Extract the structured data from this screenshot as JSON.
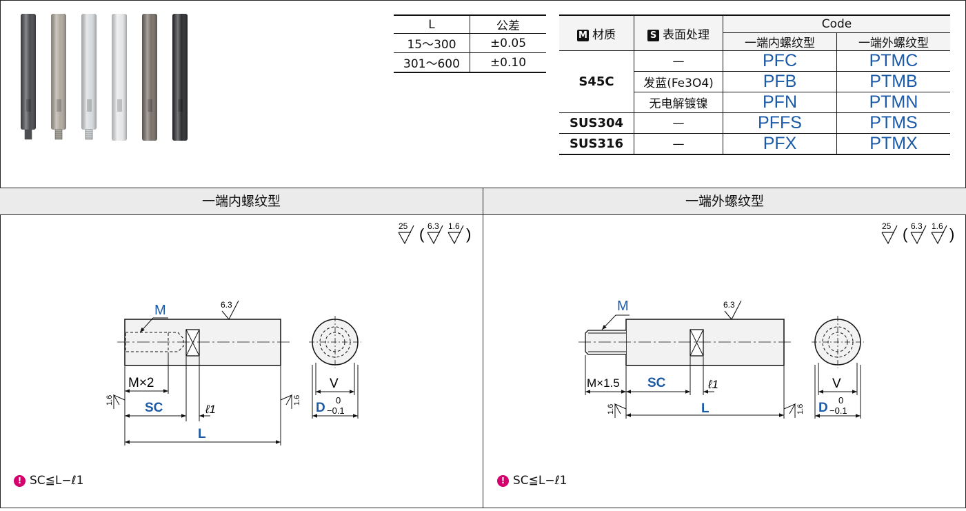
{
  "pin_photo": {
    "pins": [
      {
        "shade": "dark-gray",
        "color": "#4a4c50"
      },
      {
        "shade": "nickel",
        "color": "#b0aaa0"
      },
      {
        "shade": "silver",
        "color": "#d8dcde"
      },
      {
        "shade": "light-silver",
        "color": "#e6e8ea"
      },
      {
        "shade": "bronze-gray",
        "color": "#7a716a"
      },
      {
        "shade": "black",
        "color": "#2c2e31"
      }
    ]
  },
  "tolerance_table": {
    "headers": [
      "L",
      "公差"
    ],
    "rows": [
      [
        "15～300",
        "±0.05"
      ],
      [
        "301～600",
        "±0.10"
      ]
    ]
  },
  "code_table": {
    "material_tag": "M",
    "material_header": "材质",
    "surface_tag": "S",
    "surface_header": "表面处理",
    "code_header": "Code",
    "sub_headers": [
      "一端内螺纹型",
      "一端外螺纹型"
    ],
    "groups": [
      {
        "material": "S45C",
        "rows": [
          {
            "surface": "—",
            "internal": "PFC",
            "external": "PTMC"
          },
          {
            "surface": "发蓝(Fe3O4)",
            "internal": "PFB",
            "external": "PTMB"
          },
          {
            "surface": "无电解镀镍",
            "internal": "PFN",
            "external": "PTMN"
          }
        ]
      },
      {
        "material": "SUS304",
        "rows": [
          {
            "surface": "—",
            "internal": "PFFS",
            "external": "PTMS"
          }
        ]
      },
      {
        "material": "SUS316",
        "rows": [
          {
            "surface": "—",
            "internal": "PFX",
            "external": "PTMX"
          }
        ]
      }
    ]
  },
  "sections": {
    "left": {
      "title": "一端内螺纹型",
      "roughness": {
        "main": "25",
        "paren_a": "6.3",
        "paren_b": "1.6"
      },
      "labels": {
        "M": "M",
        "thread": "M×2",
        "sc": "SC",
        "l1": "ℓ1",
        "L": "L",
        "V": "V",
        "D": "D",
        "tol_up": "0",
        "tol_low": "−0.1",
        "finish_top": "6.3",
        "finish_side": "1.6"
      },
      "note_icon": "!",
      "note": "SC≦L−ℓ1"
    },
    "right": {
      "title": "一端外螺纹型",
      "roughness": {
        "main": "25",
        "paren_a": "6.3",
        "paren_b": "1.6"
      },
      "labels": {
        "M": "M",
        "thread": "M×1.5",
        "sc": "SC",
        "l1": "ℓ1",
        "L": "L",
        "V": "V",
        "D": "D",
        "tol_up": "0",
        "tol_low": "−0.1",
        "finish_top": "6.3",
        "finish_side": "1.6"
      },
      "note_icon": "!",
      "note": "SC≦L−ℓ1"
    }
  },
  "colors": {
    "accent_blue": "#1b5aa6",
    "note_pink": "#d4006e",
    "header_gray": "#ebebeb"
  }
}
